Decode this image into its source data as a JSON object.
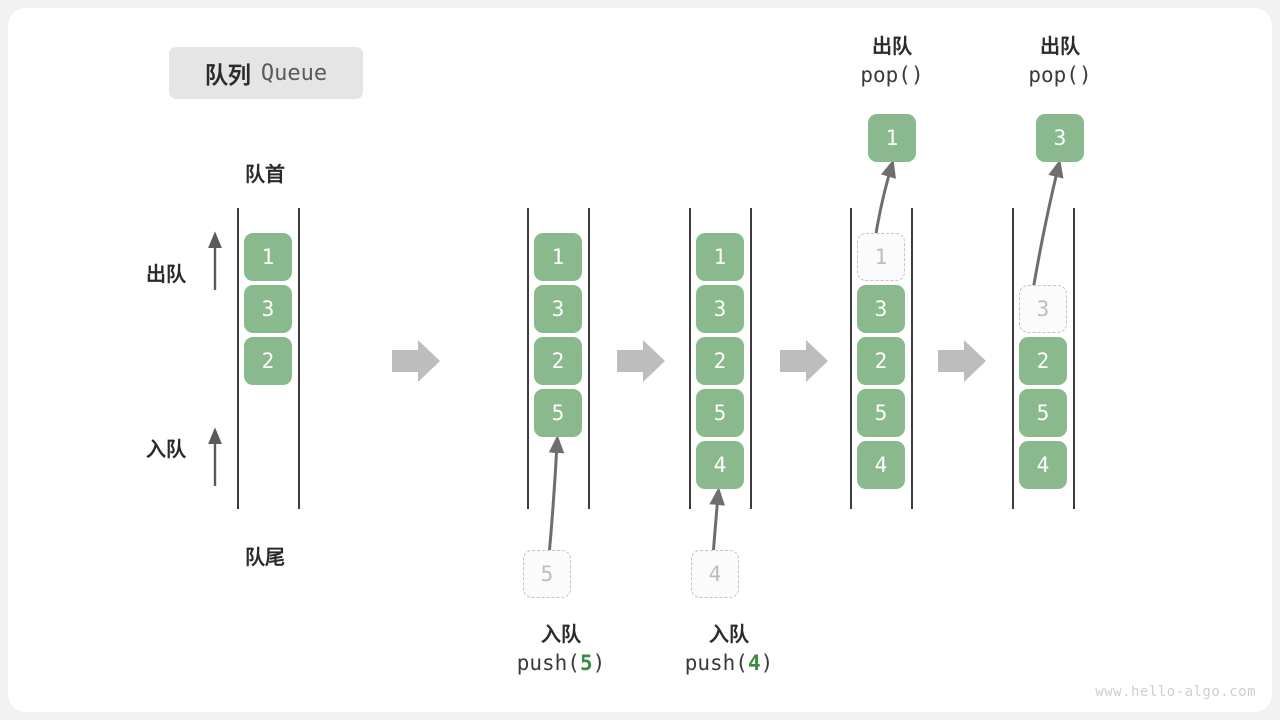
{
  "title": {
    "cn": "队列",
    "en": "Queue"
  },
  "axis_labels": {
    "head": "队首",
    "tail": "队尾",
    "dequeue": "出队",
    "enqueue": "入队"
  },
  "watermark": "www.hello-algo.com",
  "colors": {
    "cell_fill": "#8ab98d",
    "cell_text": "#ffffff",
    "ghost_border": "#c4c4c4",
    "ghost_text": "#bdbdbd",
    "rail": "#3b3b3b",
    "arrow_gray": "#bdbdbd",
    "curve_arrow": "#6e6e6e",
    "accent_number": "#3f8b46",
    "badge_bg": "#e5e5e5",
    "card_bg": "#ffffff",
    "page_bg": "#f2f2f2"
  },
  "columns": [
    {
      "id": "col-1",
      "name": "initial-queue",
      "cells": [
        {
          "value": "1",
          "state": "filled"
        },
        {
          "value": "3",
          "state": "filled"
        },
        {
          "value": "2",
          "state": "filled"
        }
      ]
    },
    {
      "id": "col-2",
      "name": "after-push-5",
      "cells": [
        {
          "value": "1",
          "state": "filled"
        },
        {
          "value": "3",
          "state": "filled"
        },
        {
          "value": "2",
          "state": "filled"
        },
        {
          "value": "5",
          "state": "filled"
        }
      ]
    },
    {
      "id": "col-3",
      "name": "after-push-4",
      "cells": [
        {
          "value": "1",
          "state": "filled"
        },
        {
          "value": "3",
          "state": "filled"
        },
        {
          "value": "2",
          "state": "filled"
        },
        {
          "value": "5",
          "state": "filled"
        },
        {
          "value": "4",
          "state": "filled"
        }
      ]
    },
    {
      "id": "col-4",
      "name": "after-pop-1",
      "cells": [
        {
          "value": "1",
          "state": "ghost"
        },
        {
          "value": "3",
          "state": "filled"
        },
        {
          "value": "2",
          "state": "filled"
        },
        {
          "value": "5",
          "state": "filled"
        },
        {
          "value": "4",
          "state": "filled"
        }
      ]
    },
    {
      "id": "col-5",
      "name": "after-pop-3",
      "cells": [
        {
          "value": "",
          "state": "empty"
        },
        {
          "value": "3",
          "state": "ghost"
        },
        {
          "value": "2",
          "state": "filled"
        },
        {
          "value": "5",
          "state": "filled"
        },
        {
          "value": "4",
          "state": "filled"
        }
      ]
    }
  ],
  "operations": [
    {
      "id": "push-5",
      "kind": "push",
      "cn": "入队",
      "code_prefix": "push(",
      "code_value": "5",
      "code_suffix": ")",
      "ghost_value": "5"
    },
    {
      "id": "push-4",
      "kind": "push",
      "cn": "入队",
      "code_prefix": "push(",
      "code_value": "4",
      "code_suffix": ")",
      "ghost_value": "4"
    },
    {
      "id": "pop-1",
      "kind": "pop",
      "cn": "出队",
      "code_prefix": "pop(",
      "code_value": "",
      "code_suffix": ")",
      "popped_value": "1"
    },
    {
      "id": "pop-3",
      "kind": "pop",
      "cn": "出队",
      "code_prefix": "pop(",
      "code_value": "",
      "code_suffix": ")",
      "popped_value": "3"
    }
  ]
}
